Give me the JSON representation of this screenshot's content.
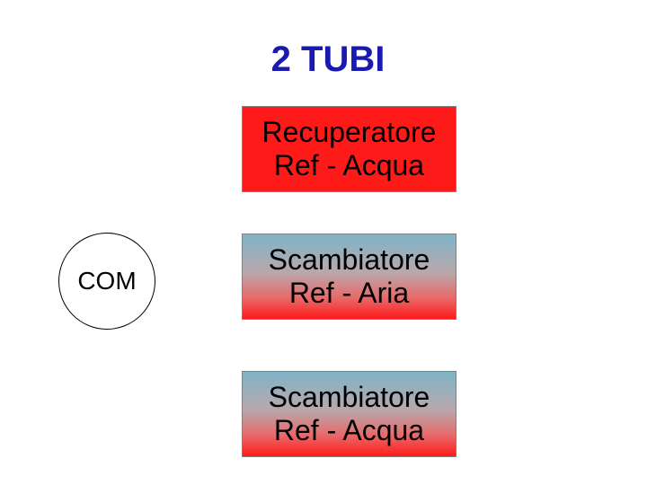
{
  "title": "2 TUBI",
  "colors": {
    "title": "#1a1ab0",
    "red_box": "#ff1a1a",
    "gradient_top": "#7fb4c8",
    "gradient_bottom": "#ff1a1a"
  },
  "boxes": [
    {
      "line1": "Recuperatore",
      "line2": "Ref - Acqua"
    },
    {
      "line1": "Scambiatore",
      "line2": "Ref - Aria"
    },
    {
      "line1": "Scambiatore",
      "line2": "Ref - Acqua"
    }
  ],
  "circle": {
    "label": "COM"
  }
}
